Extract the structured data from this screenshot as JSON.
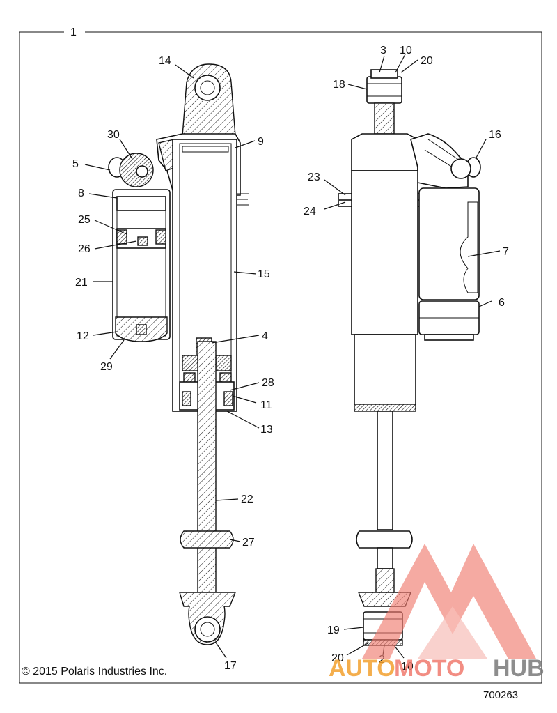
{
  "frame": {
    "assembly_number": "1"
  },
  "footer": {
    "copyright": "© 2015 Polaris Industries Inc.",
    "document_number": "700263"
  },
  "watermark": {
    "word_1": "AUTO",
    "word_2": "MOTO",
    "word_3": "HUB",
    "colors": {
      "primary": "#f07a6e",
      "secondary": "#7a7a7a",
      "light": "#f7b4ad"
    }
  },
  "callouts": {
    "c14": "14",
    "c30": "30",
    "c5": "5",
    "c9": "9",
    "c8": "8",
    "c25": "25",
    "c26": "26",
    "c21": "21",
    "c15": "15",
    "c12": "12",
    "c29": "29",
    "c4": "4",
    "c28": "28",
    "c11": "11",
    "c13": "13",
    "c22": "22",
    "c27": "27",
    "c17": "17",
    "c3": "3",
    "c10a": "10",
    "c20a": "20",
    "c18": "18",
    "c16": "16",
    "c23": "23",
    "c24": "24",
    "c7": "7",
    "c6": "6",
    "c19": "19",
    "c20b": "20",
    "c2": "2",
    "c10b": "10"
  }
}
